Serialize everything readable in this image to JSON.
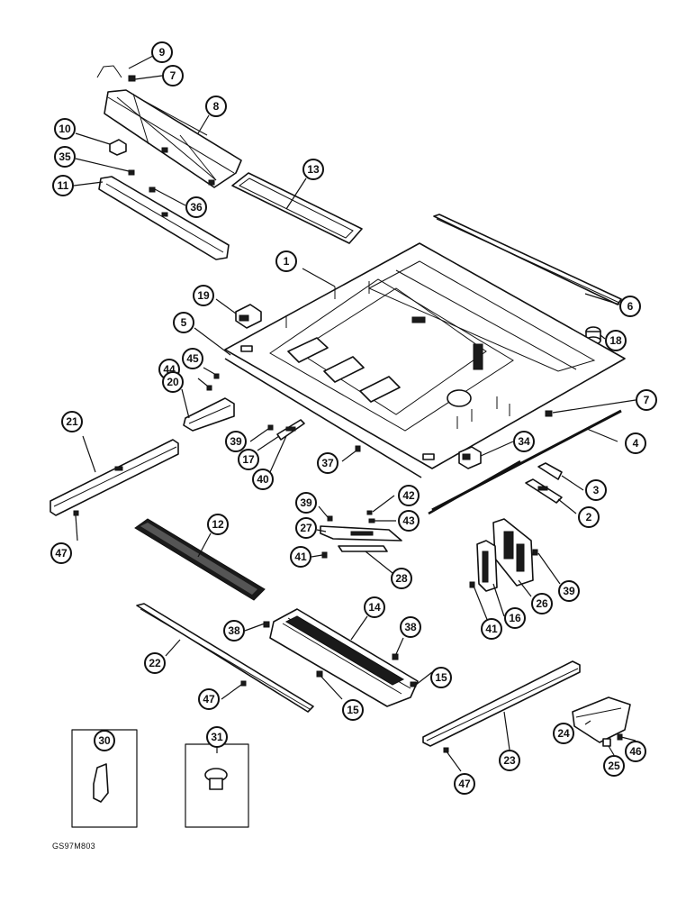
{
  "drawing_code": "GS97M803",
  "callouts": [
    {
      "label": "9"
    },
    {
      "label": "7"
    },
    {
      "label": "8"
    },
    {
      "label": "10"
    },
    {
      "label": "35"
    },
    {
      "label": "11"
    },
    {
      "label": "36"
    },
    {
      "label": "13"
    },
    {
      "label": "1"
    },
    {
      "label": "6"
    },
    {
      "label": "19"
    },
    {
      "label": "18"
    },
    {
      "label": "5"
    },
    {
      "label": "45"
    },
    {
      "label": "44"
    },
    {
      "label": "20"
    },
    {
      "label": "7"
    },
    {
      "label": "4"
    },
    {
      "label": "21"
    },
    {
      "label": "39"
    },
    {
      "label": "17"
    },
    {
      "label": "37"
    },
    {
      "label": "34"
    },
    {
      "label": "40"
    },
    {
      "label": "3"
    },
    {
      "label": "2"
    },
    {
      "label": "42"
    },
    {
      "label": "39"
    },
    {
      "label": "43"
    },
    {
      "label": "27"
    },
    {
      "label": "47"
    },
    {
      "label": "12"
    },
    {
      "label": "41"
    },
    {
      "label": "28"
    },
    {
      "label": "39"
    },
    {
      "label": "26"
    },
    {
      "label": "16"
    },
    {
      "label": "41"
    },
    {
      "label": "14"
    },
    {
      "label": "38"
    },
    {
      "label": "38"
    },
    {
      "label": "22"
    },
    {
      "label": "15"
    },
    {
      "label": "15"
    },
    {
      "label": "47"
    },
    {
      "label": "30"
    },
    {
      "label": "31"
    },
    {
      "label": "24"
    },
    {
      "label": "23"
    },
    {
      "label": "46"
    },
    {
      "label": "25"
    },
    {
      "label": "47"
    }
  ]
}
